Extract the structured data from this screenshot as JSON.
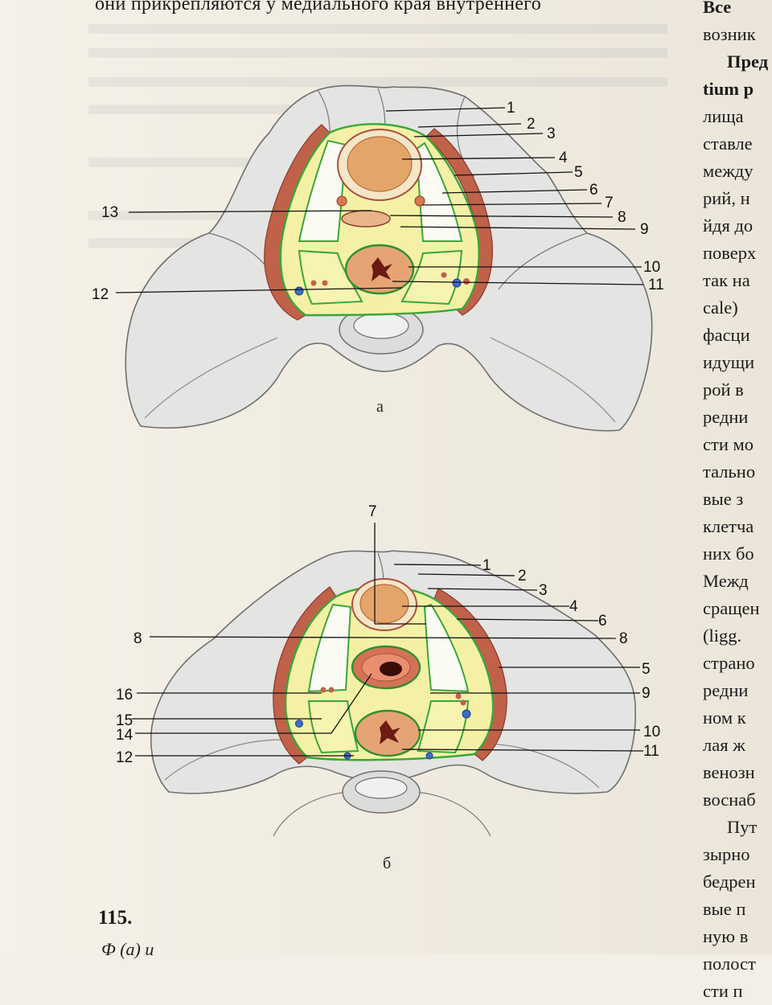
{
  "top_text": "они прикрепляются у медиального края внутреннего",
  "right_column": [
    {
      "text": "Все",
      "style": "bold"
    },
    {
      "text": "возник",
      "style": ""
    },
    {
      "text": "Пред",
      "style": "bold ind"
    },
    {
      "text": "tium p",
      "style": "bold"
    },
    {
      "text": "лища",
      "style": ""
    },
    {
      "text": "ставле",
      "style": ""
    },
    {
      "text": "между",
      "style": ""
    },
    {
      "text": "рий, н",
      "style": ""
    },
    {
      "text": "йдя до",
      "style": ""
    },
    {
      "text": "поверх",
      "style": ""
    },
    {
      "text": "так на",
      "style": ""
    },
    {
      "text": "cale)",
      "style": ""
    },
    {
      "text": "фасци",
      "style": ""
    },
    {
      "text": "идущи",
      "style": ""
    },
    {
      "text": "рой в",
      "style": ""
    },
    {
      "text": "редни",
      "style": ""
    },
    {
      "text": "сти мо",
      "style": ""
    },
    {
      "text": "тально",
      "style": ""
    },
    {
      "text": "вые з",
      "style": ""
    },
    {
      "text": "клетча",
      "style": ""
    },
    {
      "text": "них бо",
      "style": ""
    },
    {
      "text": "Межд",
      "style": ""
    },
    {
      "text": "сращен",
      "style": ""
    },
    {
      "text": "(ligg.",
      "style": ""
    },
    {
      "text": "страно",
      "style": ""
    },
    {
      "text": "редни",
      "style": ""
    },
    {
      "text": "ном к",
      "style": ""
    },
    {
      "text": "лая ж",
      "style": ""
    },
    {
      "text": "венозн",
      "style": ""
    },
    {
      "text": "воснаб",
      "style": ""
    },
    {
      "text": "Пут",
      "style": "ind"
    },
    {
      "text": "зырно",
      "style": ""
    },
    {
      "text": "бедрен",
      "style": ""
    },
    {
      "text": "вые п",
      "style": ""
    },
    {
      "text": "ную в",
      "style": ""
    },
    {
      "text": "полост",
      "style": ""
    },
    {
      "text": "сти п",
      "style": ""
    }
  ],
  "figure_a": {
    "sublabel": "а",
    "right_labels": [
      "1",
      "2",
      "3",
      "4",
      "5",
      "6",
      "7",
      "8",
      "9",
      "10",
      "11"
    ],
    "left_labels": [
      "13",
      "12"
    ]
  },
  "figure_b": {
    "sublabel": "б",
    "top_label": "7",
    "right_labels": [
      "1",
      "2",
      "3",
      "4",
      "6",
      "8",
      "5",
      "9",
      "10",
      "11"
    ],
    "left_labels": [
      "8",
      "16",
      "15",
      "14",
      "12"
    ]
  },
  "figure_number": "115.",
  "caption_fragment": "Ф                                                  (а) и",
  "colors": {
    "muscle": "#c0614a",
    "fat": "#f4f1a6",
    "fascia": "#3aa63a",
    "organ": "#e2a36b",
    "outline": "#6f6f6f"
  }
}
